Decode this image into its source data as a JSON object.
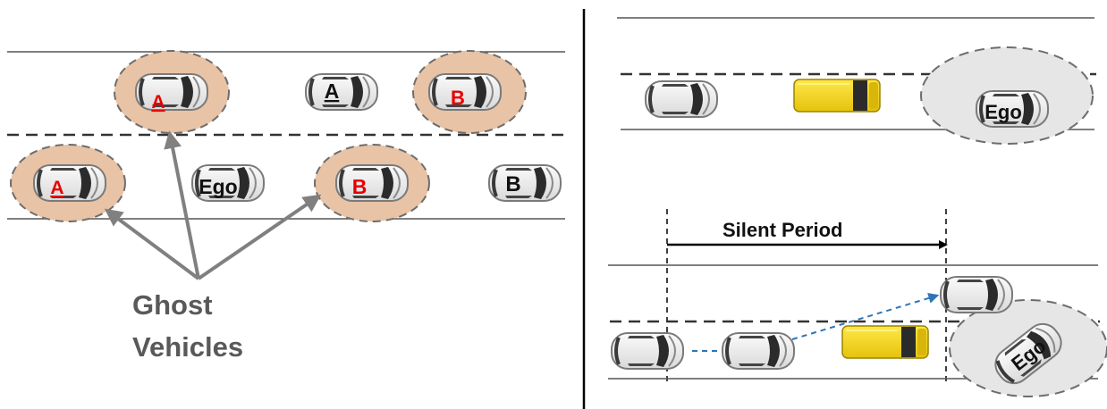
{
  "left_panel": {
    "ghost_label_line1": "Ghost",
    "ghost_label_line2": "Vehicles",
    "cars": [
      {
        "id": "ghost-a-top",
        "label": "A",
        "ghost": true
      },
      {
        "id": "car-a-top",
        "label": "A",
        "ghost": false
      },
      {
        "id": "ghost-b-top",
        "label": "B",
        "ghost": true
      },
      {
        "id": "ghost-a-bottom",
        "label": "A",
        "ghost": true
      },
      {
        "id": "ego-left",
        "label": "Ego",
        "ghost": false
      },
      {
        "id": "ghost-b-bottom",
        "label": "B",
        "ghost": true
      },
      {
        "id": "car-b-bottom",
        "label": "B",
        "ghost": false
      }
    ]
  },
  "right_panel": {
    "top_scene": {
      "ego_label": "Ego"
    },
    "bottom_scene": {
      "ego_label": "Ego",
      "silent_period_label": "Silent Period"
    }
  },
  "colors": {
    "ghost_fill": "#e8c3a6",
    "ghost_label": "#e60000",
    "label": "#111111",
    "arrow": "#808080",
    "ghost_text": "#595959",
    "van": "#f2d30f",
    "trajectory": "#2e75b6",
    "ego_zone": "#e6e6e6"
  }
}
